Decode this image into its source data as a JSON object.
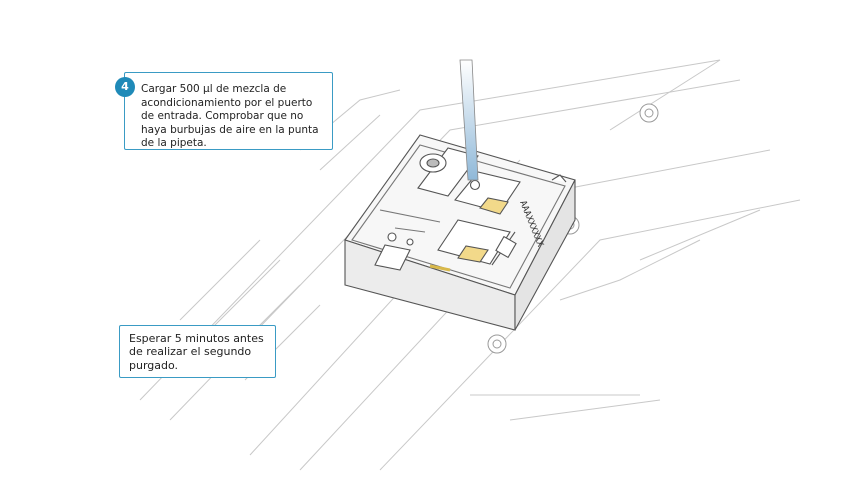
{
  "step": {
    "number": "4",
    "text": "Cargar 500 µl de mezcla de acondicionamiento por el puerto de entrada. Comprobar que no haya burbujas de aire en la punta de la pipeta."
  },
  "note": {
    "text": "Esperar 5 minutos antes de realizar el segundo purgado."
  },
  "flow_cell": {
    "label": "AAAXXXXXX"
  },
  "colors": {
    "accent": "#1f8ab8",
    "callout_border": "#3a9bc4",
    "line_art": "#555555",
    "pipette_liquid": "#8fb8d8",
    "sensor_pad": "#f2d98a"
  }
}
